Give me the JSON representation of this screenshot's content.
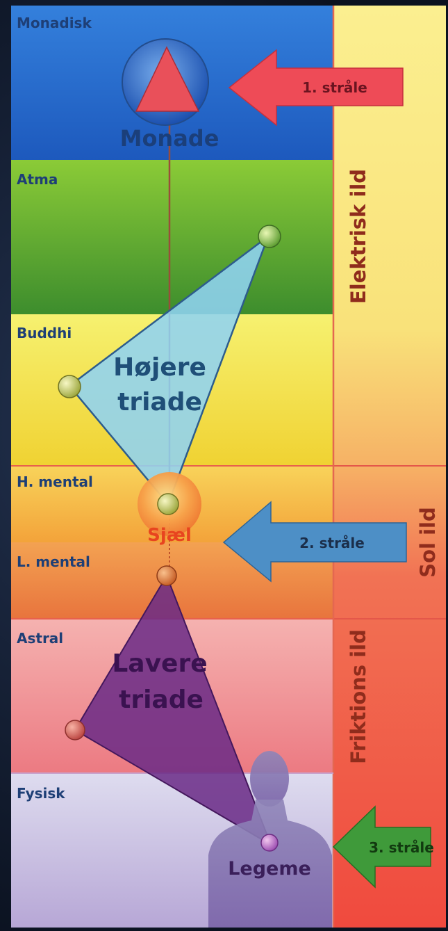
{
  "planes": [
    {
      "id": "monadisk",
      "label": "Monadisk",
      "color_top": "#2d6fd0",
      "color_bottom": "#1f5bbf"
    },
    {
      "id": "atma",
      "label": "Atma",
      "color_top": "#7cc331",
      "color_bottom": "#3b8e2d"
    },
    {
      "id": "buddhi",
      "label": "Buddhi",
      "color_top": "#f3ee5a",
      "color_bottom": "#f1d838"
    },
    {
      "id": "h-mental",
      "label": "H. mental",
      "color_top": "#f7c949",
      "color_bottom": "#f4a23a"
    },
    {
      "id": "l-mental",
      "label": "L. mental",
      "color_top": "#f2994b",
      "color_bottom": "#e9783f"
    },
    {
      "id": "astral",
      "label": "Astral",
      "color_top": "#f3a7a7",
      "color_bottom": "#ec7d83"
    },
    {
      "id": "fysisk",
      "label": "Fysisk",
      "color_top": "#d8d7ea",
      "color_bottom": "#bdb2d9"
    }
  ],
  "fires": [
    {
      "id": "elektrisk",
      "label": "Elektrisk ild"
    },
    {
      "id": "sol",
      "label": "Sol ild"
    },
    {
      "id": "friktions",
      "label": "Friktions ild"
    }
  ],
  "rays": [
    {
      "id": "ray-1",
      "label": "1. stråle",
      "color": "#ee4b57"
    },
    {
      "id": "ray-2",
      "label": "2. stråle",
      "color": "#4d8fc6"
    },
    {
      "id": "ray-3",
      "label": "3. stråle",
      "color": "#3f9a3a"
    }
  ],
  "nodes": {
    "monade": "Monade",
    "sjael": "Sjæl",
    "legeme": "Legeme"
  },
  "triads": {
    "higher": {
      "line1": "Højere",
      "line2": "triade",
      "fill": "#8fd3f2"
    },
    "lower": {
      "line1": "Lavere",
      "line2": "triade",
      "fill": "#6a2a86"
    }
  },
  "colors": {
    "label_blue": "#1e3f76",
    "fire_text": "#8f2c1c",
    "sjael_text": "#e8441f",
    "right_column_top": "#fbee8a",
    "right_column_bottom": "#f25c48"
  }
}
